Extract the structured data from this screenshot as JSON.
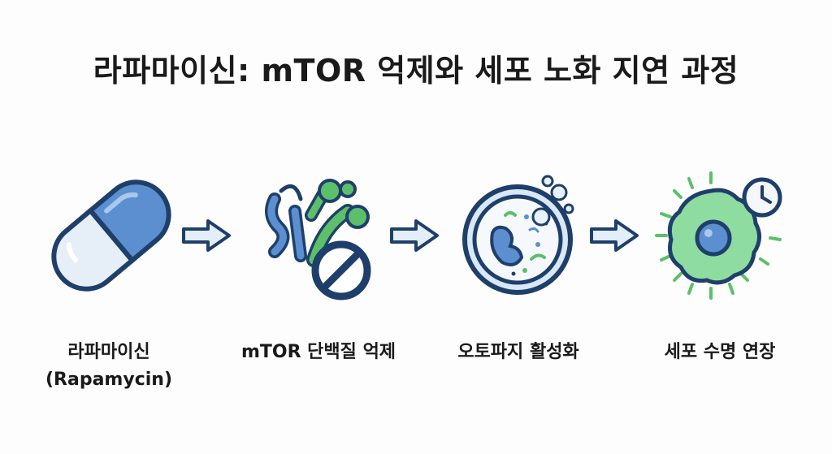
{
  "title": "라파마이신: mTOR 억제와 세포 노화 지연 과정",
  "stages": [
    {
      "icon": "capsule-icon",
      "label": "라파마이신",
      "sublabel": "(Rapamycin)"
    },
    {
      "icon": "mtor-protein-inhibited-icon",
      "label": "mTOR 단백질 억제"
    },
    {
      "icon": "autophagy-cell-icon",
      "label": "오토파지 활성화"
    },
    {
      "icon": "cell-clock-icon",
      "label": "세포 수명 연장"
    }
  ],
  "colors": {
    "outline": "#1f3f6b",
    "blue": "#5b8fd0",
    "light_blue": "#d9e8f6",
    "green": "#5cbf6a",
    "light_green": "#8fdca0",
    "arrow_fill": "#e3eef8"
  }
}
